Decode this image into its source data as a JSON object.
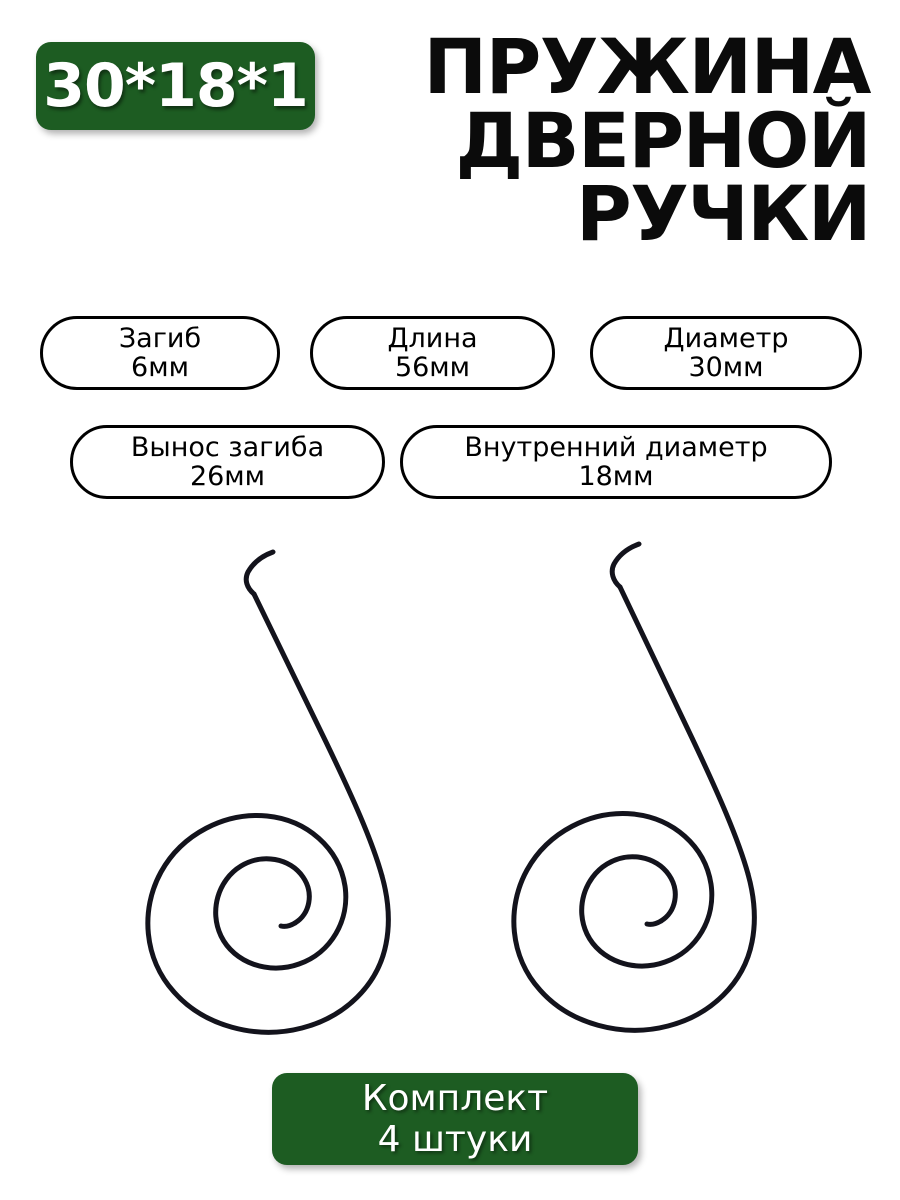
{
  "theme": {
    "brand_green": "#1d5c22",
    "text_black": "#0b0b0b",
    "wire_color": "#13131c",
    "background": "#ffffff"
  },
  "size_badge": {
    "label": "30*18*1"
  },
  "title": {
    "line1": "ПРУЖИНА",
    "line2": "ДВЕРНОЙ",
    "line3": "РУЧКИ"
  },
  "specs": [
    {
      "label": "Загиб",
      "value": "6мм"
    },
    {
      "label": "Длина",
      "value": "56мм"
    },
    {
      "label": "Диаметр",
      "value": "30мм"
    },
    {
      "label": "Вынос загиба",
      "value": "26мм"
    },
    {
      "label": "Внутренний диаметр",
      "value": "18мм"
    }
  ],
  "product": {
    "item_name": "spiral-door-handle-spring",
    "count_shown": 2
  },
  "kit_badge": {
    "line1": "Комплект",
    "line2": "4 штуки"
  }
}
